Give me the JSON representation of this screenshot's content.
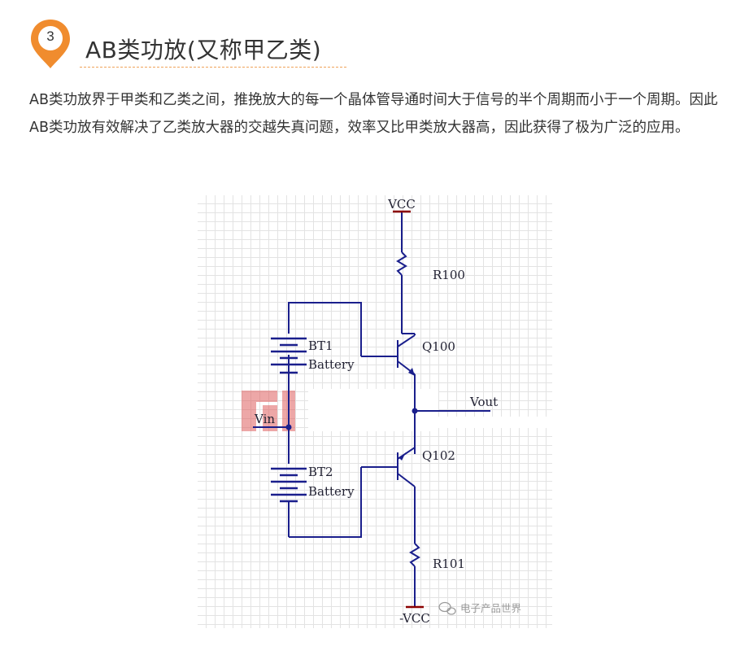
{
  "section": {
    "number": "3",
    "title": "AB类功放(又称甲乙类)"
  },
  "paragraph": "AB类功放界于甲类和乙类之间，推挽放大的每一个晶体管导通时间大于信号的半个周期而小于一个周期。因此AB类功放有效解决了乙类放大器的交越失真问题，效率又比甲类放大器高，因此获得了极为广泛的应用。",
  "circuit": {
    "labels": {
      "vcc": "VCC",
      "r100": "R100",
      "bt1": "BT1",
      "bt1_type": "Battery",
      "q100": "Q100",
      "vout": "Vout",
      "vin": "Vin",
      "q102": "Q102",
      "bt2": "BT2",
      "bt2_type": "Battery",
      "r101": "R101",
      "neg_vcc": "-VCC"
    },
    "watermark_text": "电子产品世界",
    "colors": {
      "wire": "#1a1f8c",
      "rail": "#8b0000",
      "grid": "#e3e3e3",
      "accent": "#f08c2e",
      "logo": "#e06060"
    }
  }
}
